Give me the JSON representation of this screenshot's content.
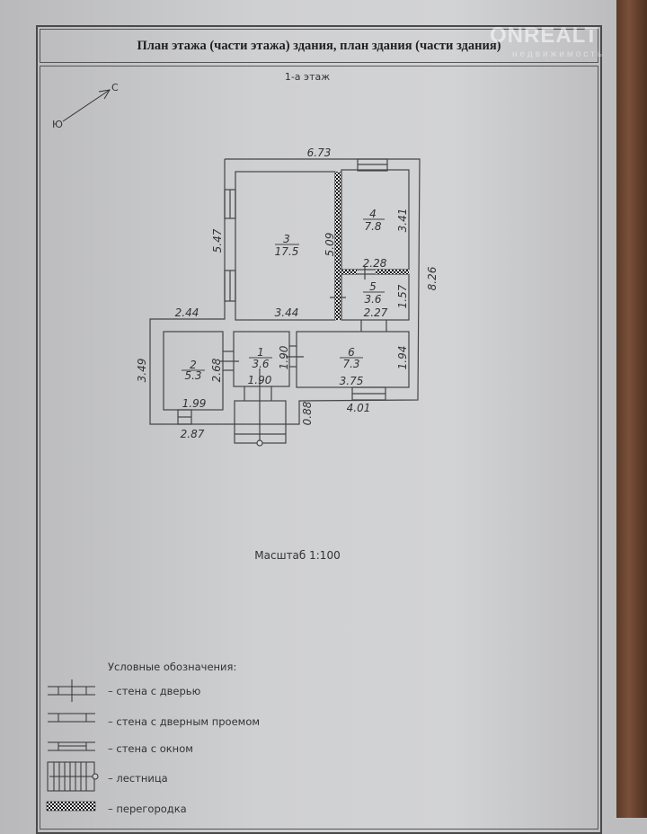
{
  "title": "План этажа (части этажа) здания, план здания (части здания)",
  "watermark": {
    "brand": "ONREALT",
    "sub": "недвижимость"
  },
  "floor_label": "1-а этаж",
  "compass": {
    "north": "С",
    "south": "Ю"
  },
  "rooms": [
    {
      "number": "1",
      "area": "3.6"
    },
    {
      "number": "2",
      "area": "5.3"
    },
    {
      "number": "3",
      "area": "17.5"
    },
    {
      "number": "4",
      "area": "7.8"
    },
    {
      "number": "5",
      "area": "3.6"
    },
    {
      "number": "6",
      "area": "7.3"
    }
  ],
  "dimensions": {
    "top": "6.73",
    "left_upper": "5.47",
    "room3_right": "5.09",
    "room4_right": "3.41",
    "room4_bottom": "2.28",
    "room5_right": "1.57",
    "right_total": "8.26",
    "left_step": "2.44",
    "room3_bottom": "3.44",
    "room5_bottom": "2.27",
    "left_lower": "3.49",
    "room2_right": "2.68",
    "room1_right": "1.90",
    "room6_right": "1.94",
    "room1_bottom": "1.90",
    "room6_bottom": "3.75",
    "room2_bottom": "1.99",
    "bottom_right": "4.01",
    "porch": "0.88",
    "bottom_left": "2.87"
  },
  "scale": "Масштаб 1:100",
  "legend": {
    "title": "Условные обозначения:",
    "items": [
      "– стена с дверью",
      "– стена с дверным проемом",
      "– стена с окном",
      "– лестница",
      "– перегородка"
    ]
  }
}
